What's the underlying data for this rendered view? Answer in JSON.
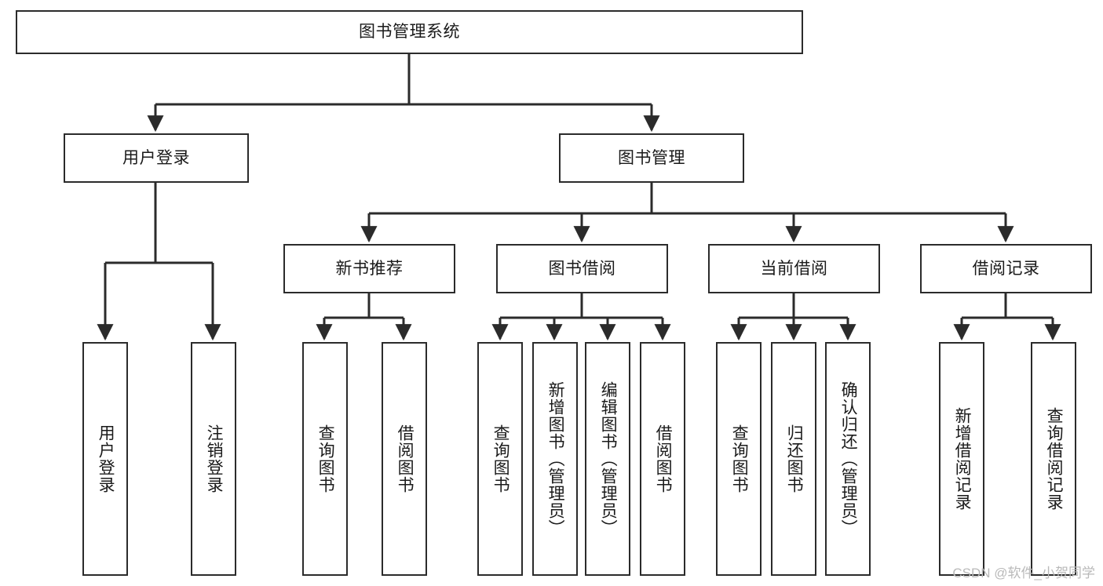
{
  "diagram": {
    "title": "图书管理系统",
    "type": "tree-hierarchy-chart",
    "watermark": "CSDN @软件_小贺同学",
    "colors": {
      "stroke": "#2b2b2b",
      "fill": "#ffffff",
      "text": "#1a1a1a",
      "watermark": "#b9b9b9"
    },
    "nodes": {
      "root": {
        "label": "图书管理系统",
        "level": 1,
        "orientation": "horizontal"
      },
      "l2": [
        {
          "id": "user-login",
          "label": "用户登录",
          "level": 2,
          "orientation": "horizontal"
        },
        {
          "id": "book-manage",
          "label": "图书管理",
          "level": 2,
          "orientation": "horizontal"
        }
      ],
      "l3": [
        {
          "id": "new-book-rec",
          "label": "新书推荐",
          "level": 3,
          "orientation": "horizontal"
        },
        {
          "id": "book-borrow",
          "label": "图书借阅",
          "level": 3,
          "orientation": "horizontal"
        },
        {
          "id": "current-borrow",
          "label": "当前借阅",
          "level": 3,
          "orientation": "horizontal"
        },
        {
          "id": "borrow-record",
          "label": "借阅记录",
          "level": 3,
          "orientation": "horizontal"
        }
      ],
      "leaves": {
        "user_login": [
          {
            "id": "leaf-user-login",
            "label": "用户登录"
          },
          {
            "id": "leaf-logout-login",
            "label": "注销登录"
          }
        ],
        "new_book_rec": [
          {
            "id": "leaf-query-book-1",
            "label": "查询图书"
          },
          {
            "id": "leaf-borrow-book-1",
            "label": "借阅图书"
          }
        ],
        "book_borrow": [
          {
            "id": "leaf-query-book-2",
            "label": "查询图书"
          },
          {
            "id": "leaf-add-book",
            "label": "新增图书（管理员）"
          },
          {
            "id": "leaf-edit-book",
            "label": "编辑图书（管理员）"
          },
          {
            "id": "leaf-borrow-book-2",
            "label": "借阅图书"
          }
        ],
        "current_borrow": [
          {
            "id": "leaf-query-book-3",
            "label": "查询图书"
          },
          {
            "id": "leaf-return-book",
            "label": "归还图书"
          },
          {
            "id": "leaf-confirm-return",
            "label": "确认归还（管理员）"
          }
        ],
        "borrow_record": [
          {
            "id": "leaf-add-record",
            "label": "新增借阅记录"
          },
          {
            "id": "leaf-query-record",
            "label": "查询借阅记录"
          }
        ]
      }
    }
  }
}
